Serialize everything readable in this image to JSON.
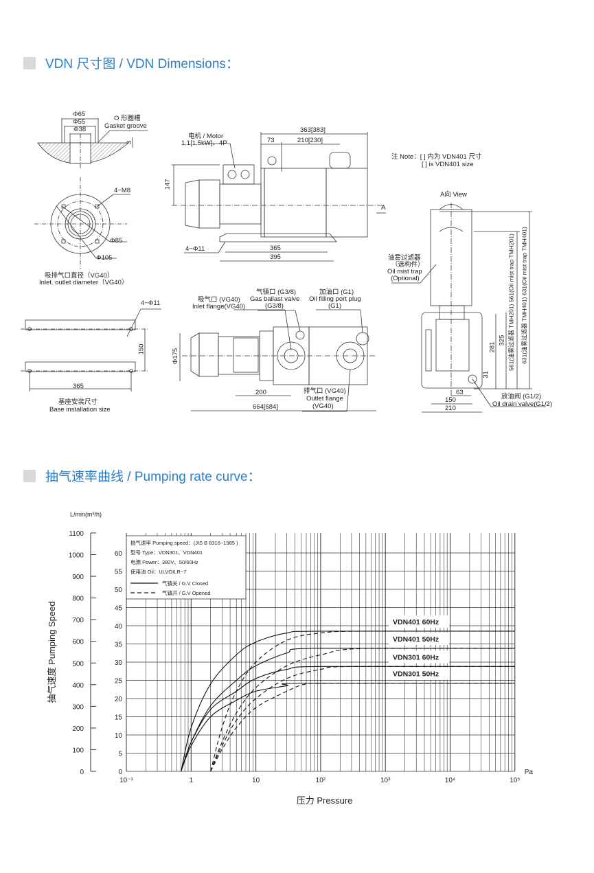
{
  "sections": {
    "dimensions_title": "VDN 尺寸图 / VDN Dimensions：",
    "curve_title": "抽气速率曲线 / Pumping rate curve："
  },
  "colors": {
    "title": "#2b7fc8",
    "marker": "#d9d9d9",
    "line": "#222222"
  },
  "gasket": {
    "d65": "Φ65",
    "d55": "Φ55",
    "d38": "Φ38",
    "name_cn": "O 形圈槽",
    "name_en": "Gasket groove",
    "depth": "3"
  },
  "flange": {
    "bolts": "4−M8",
    "d85": "Φ85",
    "d105": "Φ105",
    "caption_cn": "吸排气口直径（VG40）",
    "caption_en": "Inlet. outlet diameter（VG40）"
  },
  "side_view": {
    "motor_cn": "电机 / Motor",
    "motor_spec": "1.1[1.5kW]、4P",
    "overall": "363[383]",
    "d73": "73",
    "d210": "210[230]",
    "h147": "147",
    "holes": "4−Φ11",
    "d365": "365",
    "d395": "395",
    "arrow": "A"
  },
  "note": {
    "line1": "注 Note：[ ] 内为 VDN401 尺寸",
    "line2": "[ ] is VDN401 size"
  },
  "a_view": {
    "title": "A向 View",
    "trap_cn": "油雾过滤器",
    "trap_opt_cn": "（选构件）",
    "trap_en": "Oil mist trap",
    "trap_opt_en": "(Optional)",
    "h561": "561(油雾过滤器 TMH201)  561(Oil mist trap TMH201)",
    "h631": "631(油雾过滤器 TMH401)  631(Oil mist trap TMH401)",
    "h281": "281",
    "h325": "325",
    "h31": "31",
    "w63": "63",
    "w150": "150",
    "w210": "210",
    "drain_cn": "放油阀 (G1/2)",
    "drain_en": "Oil drain valve(G1/2)"
  },
  "base": {
    "holes": "4−Φ11",
    "h150": "150",
    "w365": "365",
    "caption_cn": "基座安装尺寸",
    "caption_en": "Base installation size"
  },
  "top_view": {
    "inlet_cn": "吸气口 (VG40)",
    "inlet_en": "Inlet flange(VG40)",
    "gas_cn": "气镇口 (G3/8)",
    "gas_en": "Gas ballast valve",
    "gas_size": "(G3/8)",
    "oil_cn": "加油口 (G1)",
    "oil_en": "Oil filling port plug",
    "oil_size": "(G1)",
    "d175": "Φ175",
    "w200": "200",
    "outlet_cn": "排气口 (VG40)",
    "outlet_en": "Outlet flange",
    "outlet_size": "(VG40)",
    "overall": "664[684]"
  },
  "chart_data": {
    "type": "line",
    "title": "Pumping rate curve",
    "xlabel": "压力 Pressure",
    "xunit": "Pa",
    "xscale": "log",
    "xlim": [
      0.1,
      100000
    ],
    "xticks": [
      "10⁻¹",
      "1",
      "10",
      "10²",
      "10³",
      "10⁴",
      "10⁵"
    ],
    "ylabel": "抽气速度 Pumping Speed",
    "y_left_unit": "L/min(m³/h)",
    "y_left_ticks": [
      0,
      100,
      200,
      300,
      400,
      500,
      600,
      700,
      800,
      900,
      1000,
      1100
    ],
    "y_inner_ticks": [
      0,
      5,
      10,
      15,
      20,
      25,
      30,
      35,
      40,
      45,
      50,
      55,
      60
    ],
    "ylim": [
      0,
      66
    ],
    "grid": true,
    "legend": {
      "placement": "top-left",
      "lines": [
        "抽气速率 Pumping speed：(JIS B 8316−1985 )",
        "型号 Type：VDN301、VDN401",
        "电源 Power：380V、50/60Hz",
        "使用油 Oil：ULVOILR−7"
      ],
      "closed": "气镇关 / G.V Closed",
      "opened": "气镇开 / G.V Opened"
    },
    "series": [
      {
        "name": "VDN401 60Hz",
        "style": "solid",
        "x": [
          0.7,
          1,
          2,
          5,
          10,
          30,
          100,
          100000
        ],
        "y": [
          0,
          12,
          24,
          32,
          35.5,
          38,
          38.5,
          38.5
        ]
      },
      {
        "name": "VDN401 60Hz",
        "style": "dashed",
        "x": [
          2,
          3,
          5,
          10,
          30,
          100,
          500,
          100000
        ],
        "y": [
          0,
          12,
          22,
          30,
          36,
          38,
          38.5,
          38.5
        ]
      },
      {
        "name": "VDN401 50Hz",
        "style": "solid",
        "x": [
          0.7,
          1,
          2,
          5,
          10,
          30,
          80,
          100000
        ],
        "y": [
          0,
          8,
          18,
          25,
          29,
          32.5,
          33.8,
          33.8
        ]
      },
      {
        "name": "VDN401 50Hz",
        "style": "dashed",
        "x": [
          2,
          3,
          5,
          10,
          30,
          100,
          500,
          100000
        ],
        "y": [
          0,
          8,
          16,
          23,
          29,
          32,
          33.8,
          33.8
        ]
      },
      {
        "name": "VDN301 60Hz",
        "style": "solid",
        "x": [
          0.7,
          1,
          2,
          5,
          10,
          30,
          100,
          100000
        ],
        "y": [
          0,
          8,
          17,
          22,
          25.5,
          28,
          28.8,
          28.8
        ]
      },
      {
        "name": "VDN301 60Hz",
        "style": "dashed",
        "x": [
          2,
          3,
          5,
          10,
          30,
          100,
          300,
          100000
        ],
        "y": [
          0,
          7,
          14,
          20,
          25.5,
          28,
          28.8,
          28.8
        ]
      },
      {
        "name": "VDN301 50Hz",
        "style": "solid",
        "x": [
          0.7,
          1,
          2,
          5,
          10,
          30,
          50,
          100000
        ],
        "y": [
          0,
          7,
          15,
          19.5,
          22,
          23.5,
          24.2,
          24.2
        ]
      },
      {
        "name": "VDN301 50Hz",
        "style": "dashed",
        "x": [
          2,
          3,
          5,
          10,
          30,
          60,
          150,
          100000
        ],
        "y": [
          0,
          6,
          12,
          17.5,
          22,
          24,
          24.2,
          24.2
        ]
      }
    ],
    "series_labels": [
      "VDN401  60Hz",
      "VDN401  50Hz",
      "VDN301  60Hz",
      "VDN301  50Hz"
    ]
  }
}
